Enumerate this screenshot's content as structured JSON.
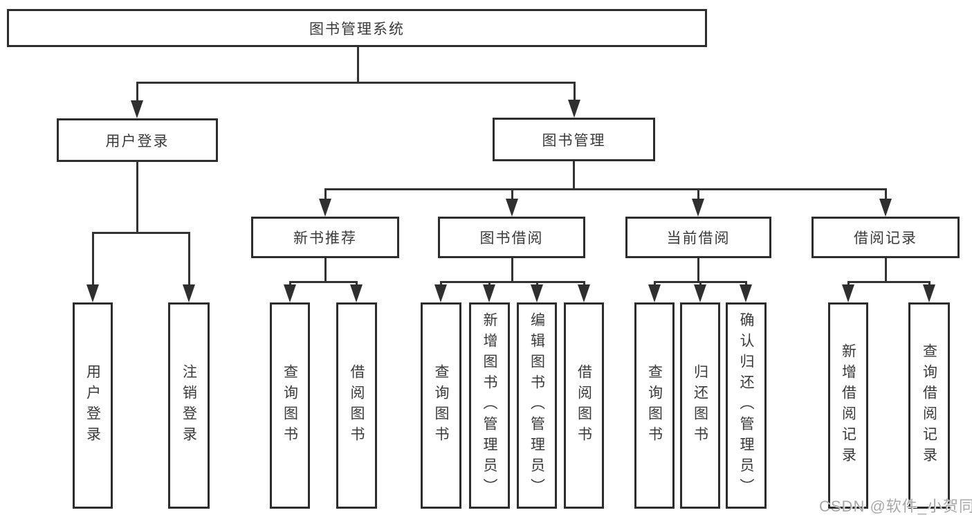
{
  "title": "图书管理系统",
  "tree": {
    "root": "图书管理系统",
    "branches": [
      {
        "label": "用户登录",
        "children": [
          "用户登录",
          "注销登录"
        ]
      },
      {
        "label": "图书管理",
        "sections": [
          {
            "label": "新书推荐",
            "children": [
              "查询图书",
              "借阅图书"
            ]
          },
          {
            "label": "图书借阅",
            "children": [
              "查询图书",
              "新增图书（管理员）",
              "编辑图书（管理员）",
              "借阅图书"
            ]
          },
          {
            "label": "当前借阅",
            "children": [
              "查询图书",
              "归还图书",
              "确认归还（管理员）"
            ]
          },
          {
            "label": "借阅记录",
            "children": [
              "新增借阅记录",
              "查询借阅记录"
            ]
          }
        ]
      }
    ]
  },
  "watermark": "CSDN @软件_小贺同学",
  "colors": {
    "line": "#333333",
    "box_border": "#2d2d2d",
    "text": "#3a3a3a",
    "background": "#ffffff",
    "watermark": "#a8a8a8"
  }
}
